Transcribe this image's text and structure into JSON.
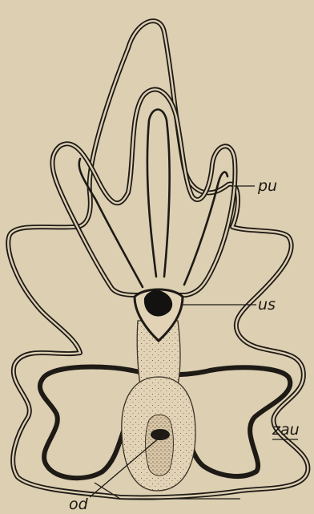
{
  "labels": {
    "pu": "pu",
    "us": "us",
    "zau": "zau",
    "od": "od"
  },
  "colors": {
    "paper": "#dccfb2",
    "ink": "#1e1a15",
    "stipple_fill": "#e2d3b6"
  }
}
